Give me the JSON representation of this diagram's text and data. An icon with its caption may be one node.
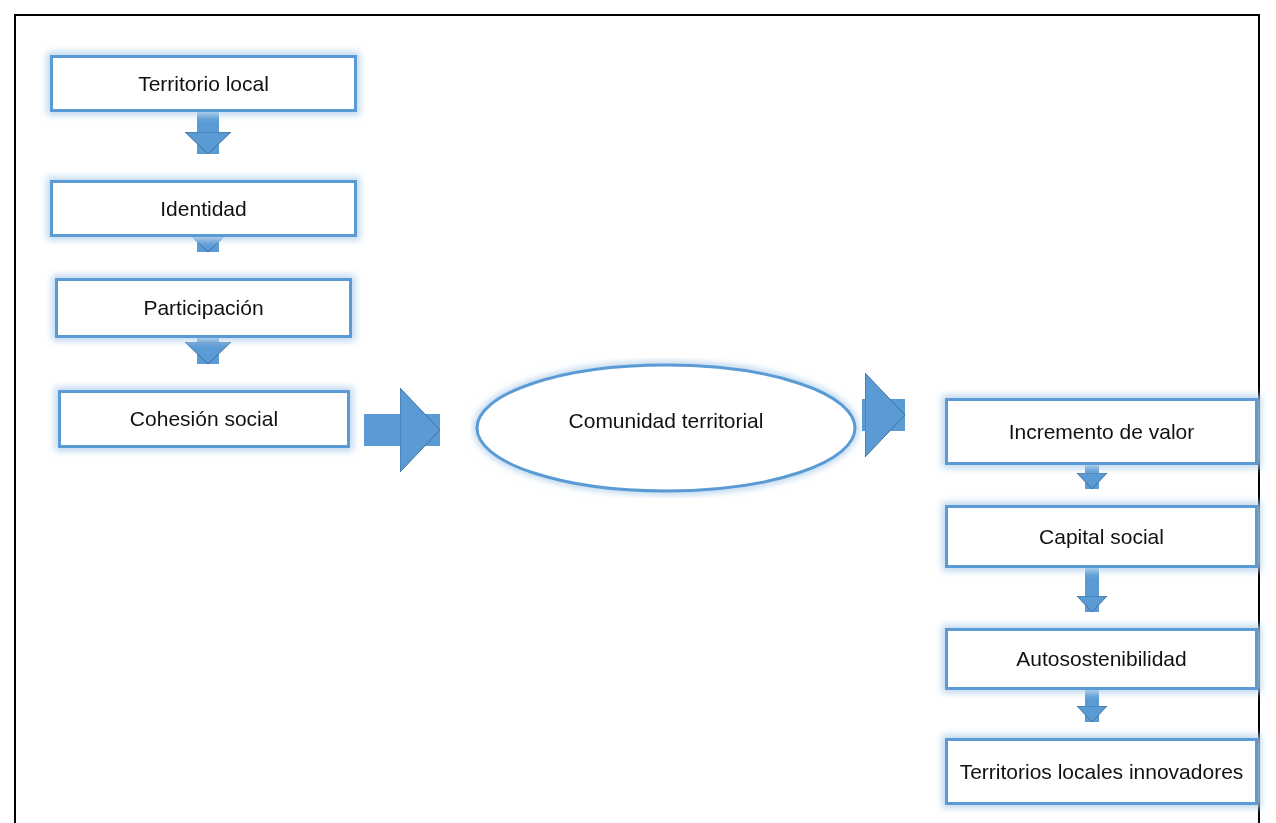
{
  "diagram": {
    "nodes": [
      {
        "text": [
          "Territorio local"
        ]
      },
      {
        "text": [
          "Identidad"
        ]
      },
      {
        "text": [
          "Participación"
        ]
      },
      {
        "text": [
          "Cohesión social"
        ]
      },
      {
        "text": [
          "Comunidad territorial"
        ]
      },
      {
        "text": [
          "Incremento de valor"
        ]
      },
      {
        "text": [
          "Capital social"
        ]
      },
      {
        "text": [
          "Autosostenibilidad"
        ]
      },
      {
        "text": [
          "Territorios locales innovadores"
        ]
      }
    ],
    "edges": [
      {
        "from": 0,
        "to": 1,
        "arrow": "to"
      },
      {
        "from": 1,
        "to": 2,
        "arrow": "to"
      },
      {
        "from": 2,
        "to": 3,
        "arrow": "to"
      },
      {
        "from": 3,
        "to": 4,
        "arrow": "to"
      },
      {
        "from": 4,
        "to": 5,
        "arrow": "to"
      },
      {
        "from": 5,
        "to": 6,
        "arrow": "to"
      },
      {
        "from": 6,
        "to": 7,
        "arrow": "to"
      },
      {
        "from": 7,
        "to": 8,
        "arrow": "to"
      }
    ]
  }
}
